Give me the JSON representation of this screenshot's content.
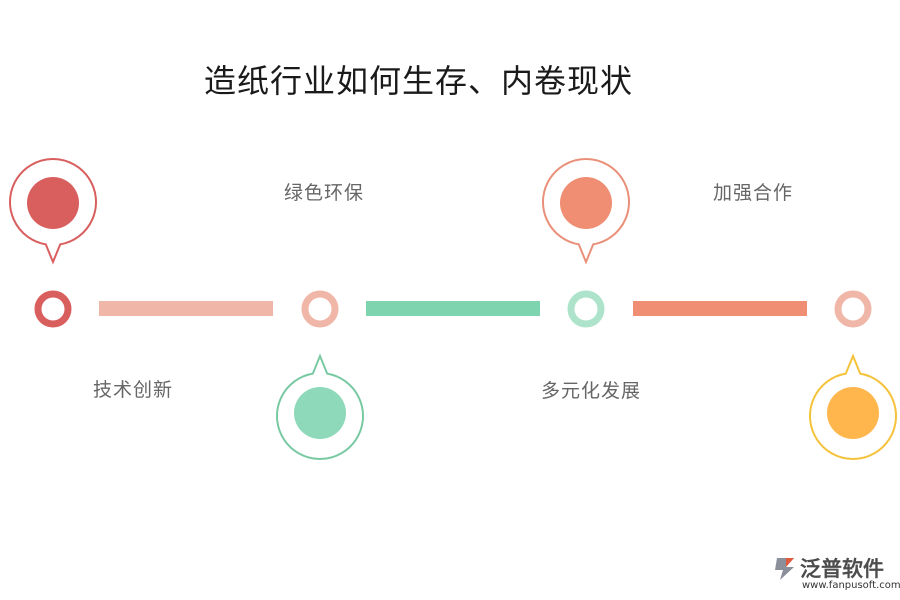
{
  "title": "造纸行业如何生存、内卷现状",
  "labels": {
    "tech": "技术创新",
    "green": "绿色环保",
    "diverse": "多元化发展",
    "coop": "加强合作"
  },
  "colors": {
    "red": "#d95f5f",
    "pink": "#f0b6a8",
    "green": "#7fd4b0",
    "greenLight": "#ace3ca",
    "salmon": "#f08e74",
    "yellow": "#ffb74d",
    "yellowBorder": "#f5c23b"
  },
  "logo": {
    "name": "泛普软件",
    "url": "www.fanpusoft.com"
  }
}
